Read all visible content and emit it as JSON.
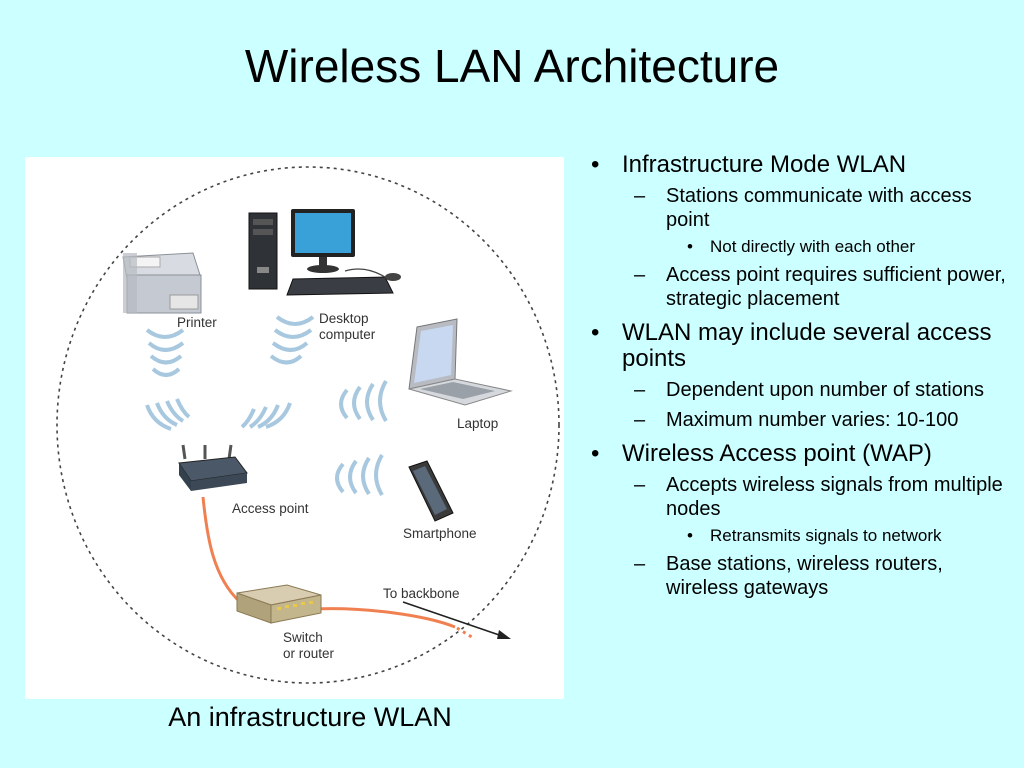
{
  "title": "Wireless LAN Architecture",
  "figure": {
    "caption": "An infrastructure WLAN",
    "labels": {
      "printer": "Printer",
      "desktop_line1": "Desktop",
      "desktop_line2": "computer",
      "laptop": "Laptop",
      "access_point": "Access point",
      "smartphone": "Smartphone",
      "to_backbone": "To backbone",
      "switch_line1": "Switch",
      "switch_line2": "or router"
    }
  },
  "bullets": [
    {
      "level": 1,
      "marker": "•",
      "text": "Infrastructure Mode WLAN"
    },
    {
      "level": 2,
      "marker": "–",
      "text": "Stations communicate with access point"
    },
    {
      "level": 3,
      "marker": "•",
      "text": "Not directly with each other"
    },
    {
      "level": 2,
      "marker": "–",
      "text": "Access point requires sufficient power, strategic placement"
    },
    {
      "level": 1,
      "marker": "•",
      "text": "WLAN may include several access points"
    },
    {
      "level": 2,
      "marker": "–",
      "text": "Dependent upon number of stations"
    },
    {
      "level": 2,
      "marker": "–",
      "text": "Maximum number varies: 10-100"
    },
    {
      "level": 1,
      "marker": "•",
      "text": "Wireless Access point (WAP)"
    },
    {
      "level": 2,
      "marker": "–",
      "text": "Accepts wireless signals from multiple nodes"
    },
    {
      "level": 3,
      "marker": "•",
      "text": "Retransmits signals to network"
    },
    {
      "level": 2,
      "marker": "–",
      "text": "Base stations, wireless routers, wireless gateways"
    }
  ]
}
